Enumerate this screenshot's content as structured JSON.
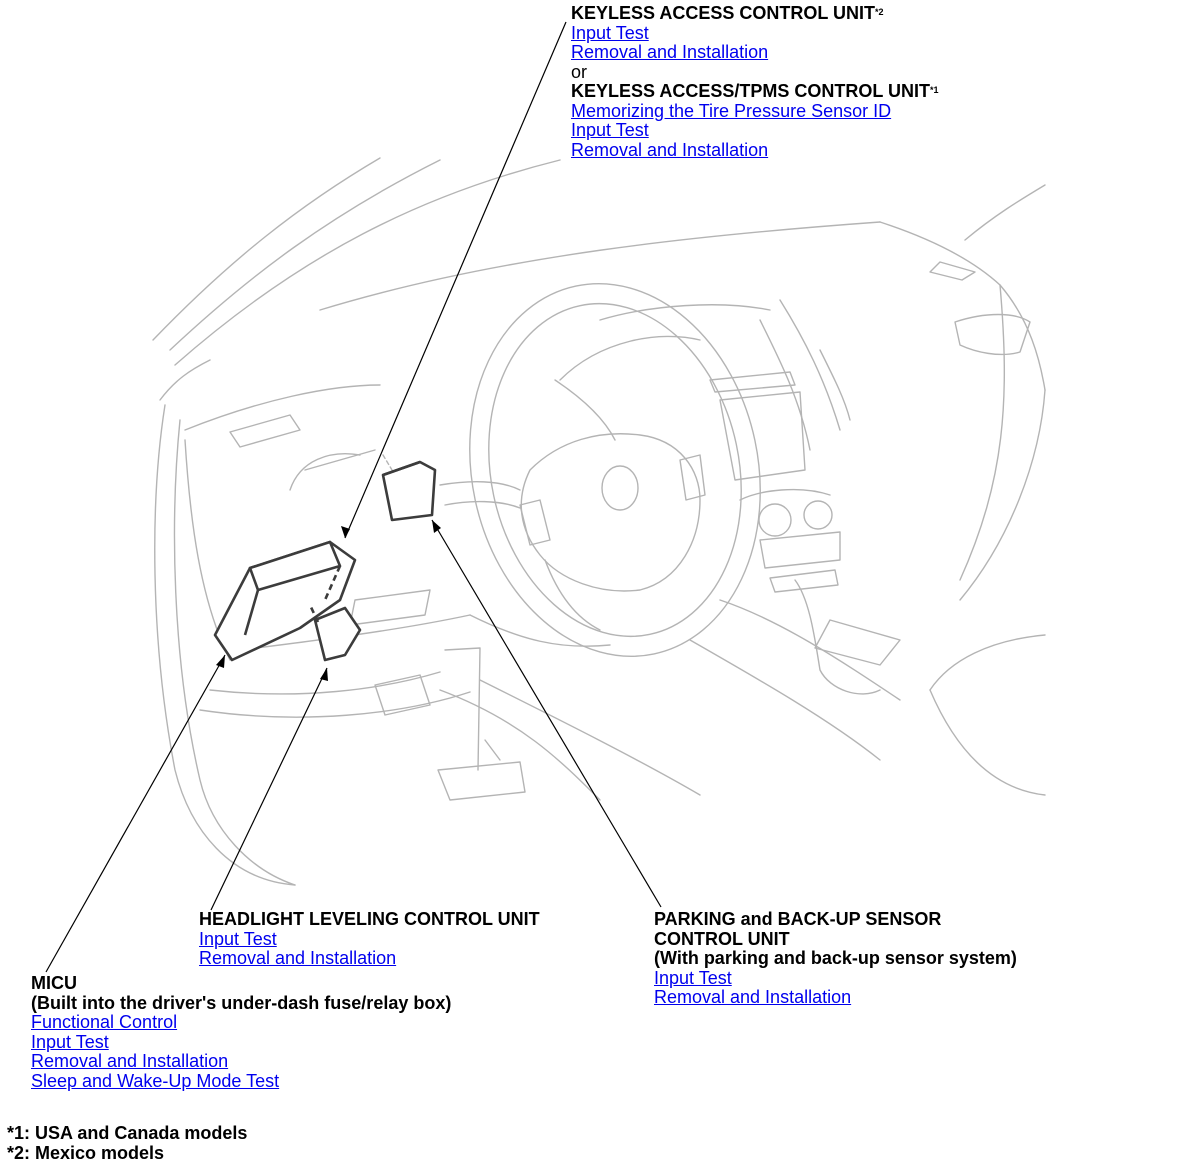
{
  "callouts": {
    "keyless": {
      "title": "KEYLESS ACCESS CONTROL UNIT",
      "title_sup": "*2",
      "links": [
        "Input Test",
        "Removal and Installation"
      ],
      "or_text": "or",
      "title2": "KEYLESS ACCESS/TPMS CONTROL UNIT",
      "title2_sup": "*1",
      "links2": [
        "Memorizing the Tire Pressure Sensor ID",
        "Input Test",
        "Removal and Installation"
      ]
    },
    "headlight": {
      "title": "HEADLIGHT LEVELING CONTROL UNIT",
      "links": [
        "Input Test",
        "Removal and Installation"
      ]
    },
    "parking": {
      "title_line1": "PARKING and BACK-UP SENSOR",
      "title_line2": "CONTROL UNIT",
      "title_line3": "(With parking and back-up sensor system)",
      "links": [
        "Input Test",
        "Removal and Installation"
      ]
    },
    "micu": {
      "title_line1": "MICU",
      "title_line2": "(Built into the driver's under-dash fuse/relay box)",
      "links": [
        "Functional Control",
        "Input Test",
        "Removal and Installation",
        "Sleep and Wake-Up Mode Test"
      ]
    }
  },
  "footnotes": [
    "*1: USA and Canada models",
    "*2: Mexico models"
  ],
  "colors": {
    "link": "#0000ee",
    "line_art": "#b4b4b4",
    "component": "#3c3c3c"
  }
}
